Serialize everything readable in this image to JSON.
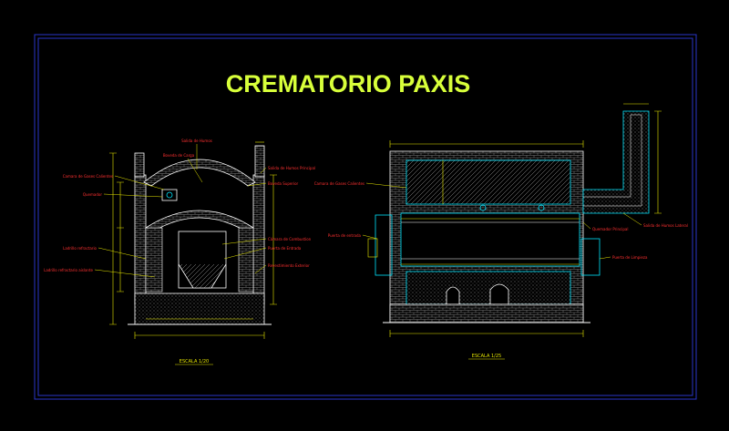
{
  "title": "CREMATORIO PAXIS",
  "colors": {
    "background": "#000000",
    "frame": "#2a36c8",
    "title": "#d8ff3a",
    "structure": "#ffffff",
    "cyan": "#00e5ff",
    "yellow": "#e8e800",
    "red": "#ff3030",
    "green": "#00c800",
    "magenta": "#ff00ff"
  },
  "left_view": {
    "caption": "ESCALA 1/20",
    "labels_left": [
      "Camara de Gases Calientes",
      "Quemador",
      "Ladrillo refractario",
      "Ladrillo refractario aislante"
    ],
    "labels_top": [
      "Salida de Humos",
      "Boveda de Carga"
    ],
    "labels_right": [
      "Salida de Humos Principal",
      "Boveda Superior",
      "Cámara de Combustion",
      "Puerta de Entrada",
      "Revestimiento Exterior"
    ]
  },
  "right_view": {
    "caption": "ESCALA 1/25",
    "labels_left": [
      "Camara de Gases Calientes",
      "Puerta de entrada"
    ],
    "labels_right": [
      "Quemador Principal",
      "Salida de Humos Lateral",
      "Puerta de Limpieza"
    ]
  }
}
